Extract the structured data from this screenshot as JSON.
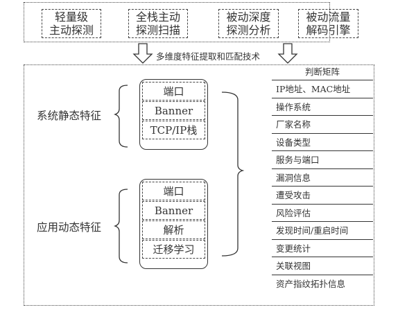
{
  "sources": [
    {
      "line1": "轻量级",
      "line2": "主动探测"
    },
    {
      "line1": "全栈主动",
      "line2": "探测扫描"
    },
    {
      "line1": "被动深度",
      "line2": "探测分析"
    },
    {
      "line1": "被动流量",
      "line2": "解码引擎"
    }
  ],
  "arrow_caption": "多维度特征提取和匹配技术",
  "groups": [
    {
      "label": "系统静态特征",
      "items": [
        "端口",
        "Banner",
        "TCP/IP栈"
      ]
    },
    {
      "label": "应用动态特征",
      "items": [
        "端口",
        "Banner",
        "解析",
        "迁移学习"
      ]
    }
  ],
  "matrix": {
    "title": "判断矩阵",
    "rows": [
      "IP地址、MAC地址",
      "操作系统",
      "厂家名称",
      "设备类型",
      "服务与端口",
      "漏洞信息",
      "遭受攻击",
      "风险评估",
      "发现时间/重启时间",
      "变更统计",
      "关联视图",
      "资产指纹拓扑信息"
    ]
  }
}
